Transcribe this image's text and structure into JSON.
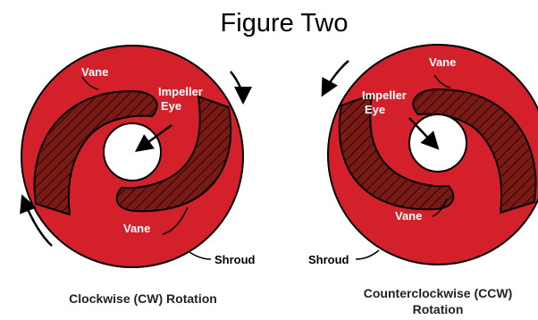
{
  "figure": {
    "title": "Figure Two",
    "colors": {
      "impeller_red": "#d4202a",
      "vane_dark": "#7a1a14",
      "outline": "#000000"
    },
    "left": {
      "rotation": "clockwise",
      "labels": {
        "vane_top": "Vane",
        "impeller_eye_line1": "Impeller",
        "impeller_eye_line2": "Eye",
        "vane_bottom": "Vane",
        "shroud": "Shroud"
      },
      "caption": "Clockwise (CW) Rotation"
    },
    "right": {
      "rotation": "counterclockwise",
      "labels": {
        "vane_top": "Vane",
        "impeller_eye_line1": "Impeller",
        "impeller_eye_line2": "Eye",
        "vane_bottom": "Vane",
        "shroud": "Shroud"
      },
      "caption_line1": "Counterclockwise (CCW)",
      "caption_line2": "Rotation"
    }
  }
}
